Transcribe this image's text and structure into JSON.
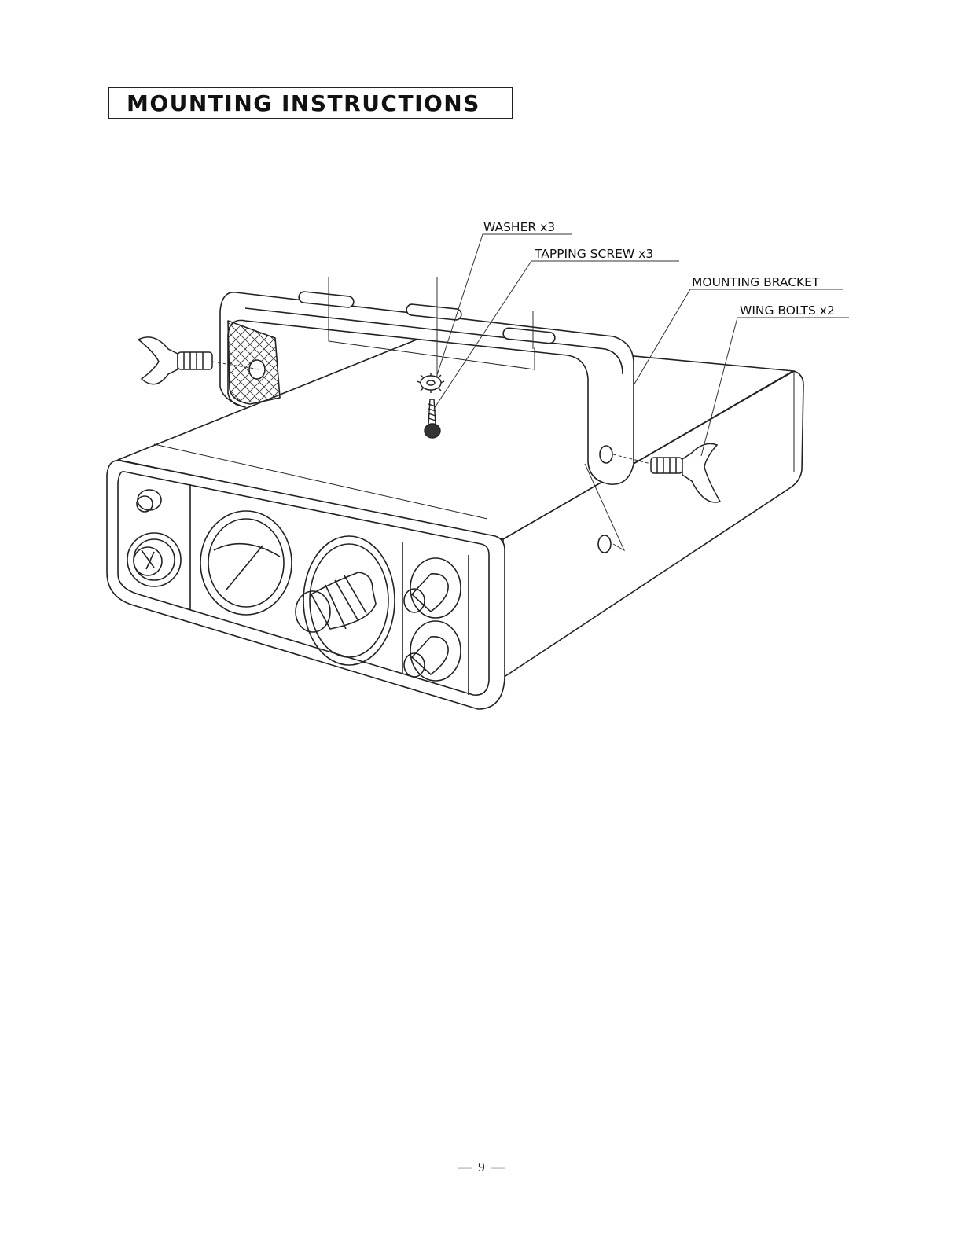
{
  "page": {
    "title": "MOUNTING INSTRUCTIONS",
    "page_number": "9"
  },
  "figure": {
    "callouts": {
      "washer": "WASHER x3",
      "tapping_screw": "TAPPING SCREW x3",
      "mounting_bracket": "MOUNTING BRACKET",
      "wing_bolts": "WING BOLTS x2"
    }
  },
  "colors": {
    "ink": "#111111",
    "footer_rule": "#2a3aa8"
  }
}
